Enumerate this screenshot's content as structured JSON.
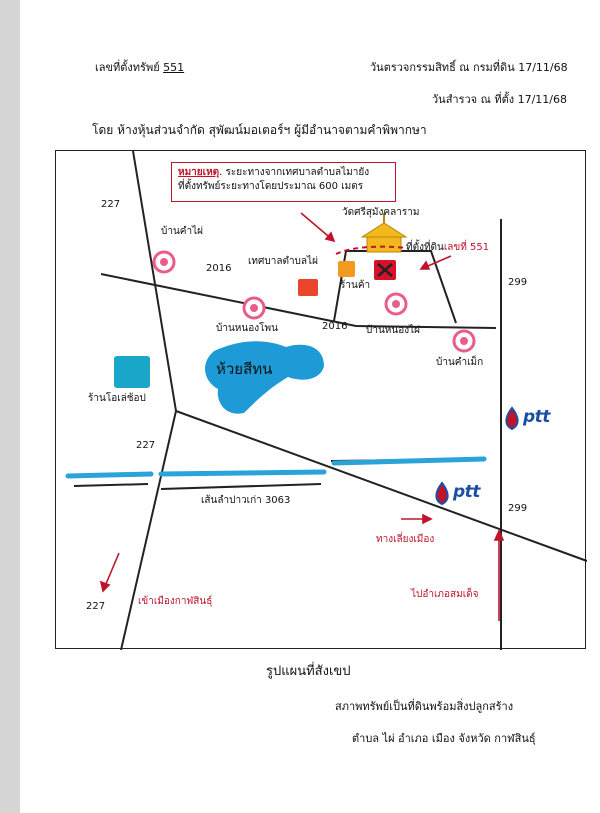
{
  "header": {
    "asset_no_label": "เลขที่ตั้งทรัพย์",
    "asset_no": "551",
    "inspect_date": "วันตรวจกรรมสิทธิ์ ณ กรมที่ดิน 17/11/68",
    "survey_date": "วันสำรวจ ณ ที่ตั้ง 17/11/68",
    "by_line": "โดย ห้างหุ้นส่วนจำกัด สุพัฒน์มอเตอร์ฯ ผู้มีอำนาจตามคำพิพากษา"
  },
  "map": {
    "note_line1_label": "หมายเหตุ",
    "note_line1_text": ". ระยะทางจากเทศบาลตำบลไมายัง",
    "note_line2": "ที่ตั้งทรัพย์ระยะทางโดยประมาณ 600 เมตร",
    "labels": {
      "road_227_top": "227",
      "road_227_mid": "227",
      "road_227_bottom": "227",
      "road_2016_left": "2016",
      "road_2016_mid": "2016",
      "road_299_top": "299",
      "road_299_bottom": "299",
      "ban_kham_phai": "บ้านคำไผ่",
      "municipality": "เทศบาลตำบลไผ่",
      "temple": "วัดศรีสุมังคลาราม",
      "property_prefix": "ที่ตั้งที่ดิน",
      "property_no": "เลขที่ 551",
      "shop": "ร้านค้า",
      "ban_nong_phon": "บ้านหนองโพน",
      "ban_nong_phai": "บ้านหนองไผ่",
      "huai_si_thon": "ห้วยสีทน",
      "ban_kham_mek": "บ้านคำเม็ก",
      "o_lay_shop": "ร้านโอเล่ช้อป",
      "canal_3063": "เส้นลำปาวเก่า 3063",
      "to_kalasin": "เข้าเมืองกาฬสินธุ์",
      "bypass": "ทางเลี่ยงเมือง",
      "to_somdet": "ไปอำเภอสมเด็จ",
      "ptt_1": "ptt",
      "ptt_2": "ptt"
    },
    "colors": {
      "road": "#222222",
      "red_marker": "#c0142a",
      "water": "#1e9ad6",
      "canal": "#2aa3d8",
      "village_pin": "#e85d8a",
      "municipality": "#e8452a",
      "shop": "#f29a1f",
      "property": "#d8102a",
      "o_lay_shop": "#1aa6c9",
      "temple": "#f2b91c",
      "ptt_blue": "#1c4fa3"
    }
  },
  "footer": {
    "title": "รูปแผนที่สังเขป",
    "condition": "สภาพทรัพย์เป็นที่ดินพร้อมสิ่งปลูกสร้าง",
    "location": "ตำบล ไผ่   อำเภอ เมือง จังหวัด กาฬสินธุ์"
  }
}
